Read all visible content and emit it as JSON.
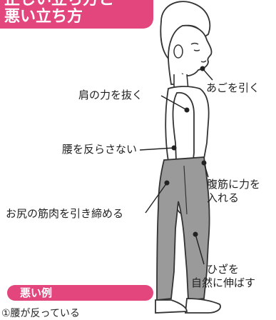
{
  "header": {
    "title_line1": "正しい立ち方と",
    "title_line2": "悪い立ち方"
  },
  "labels": {
    "jaw": "あごを引く",
    "shoulder": "肩の力を抜く",
    "waist": "腰を反らさない",
    "abs_line1": "腹筋に力を",
    "abs_line2": "入れる",
    "buttocks": "お尻の筋肉を引き締める",
    "knee_line1": "ひざを",
    "knee_line2": "自然に伸ばす"
  },
  "bad_example": {
    "title": "悪い例",
    "item1": "①腰が反っている"
  },
  "colors": {
    "accent": "#e2467c",
    "pants": "#9a9a9a"
  }
}
